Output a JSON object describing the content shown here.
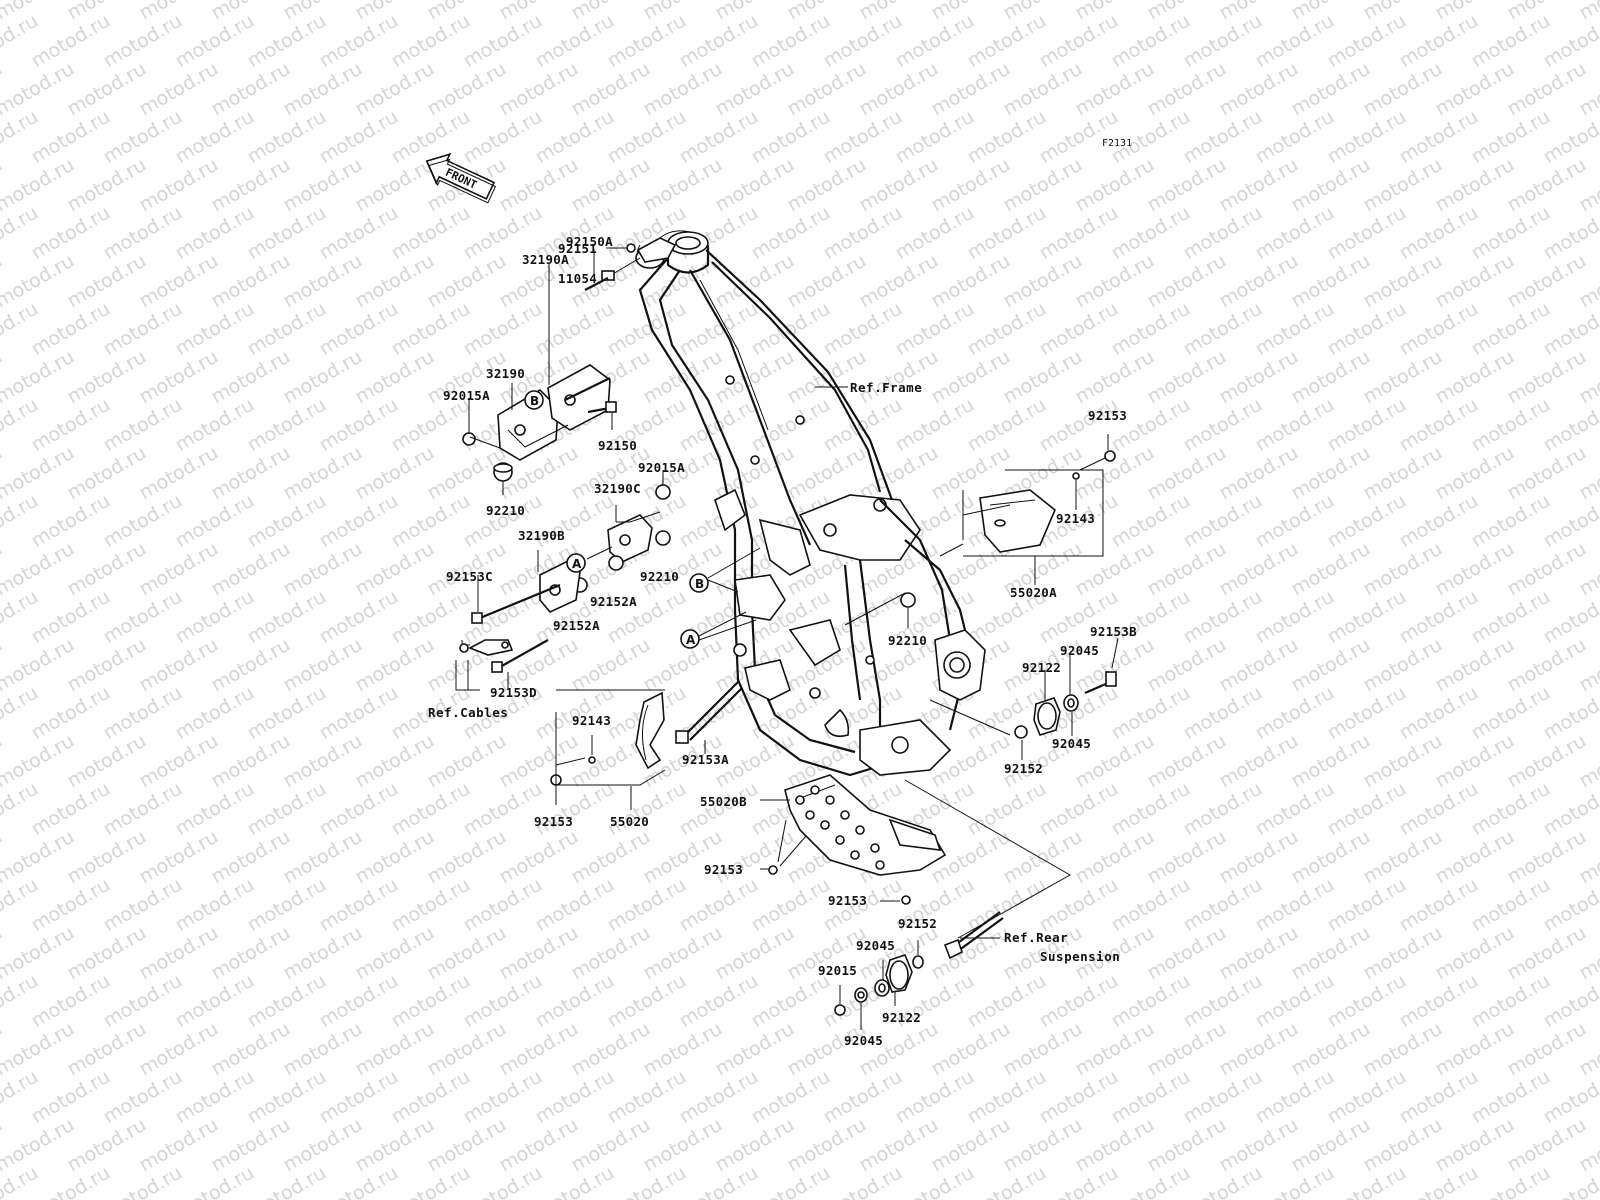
{
  "figure_code": "F2131",
  "front_arrow_label": "FRONT",
  "watermark": "motod.ru",
  "callouts": {
    "a": "A",
    "b": "B"
  },
  "labels": {
    "p92151": "92151",
    "p11054": "11054",
    "p92150A": "92150A",
    "p32190A": "32190A",
    "p32190": "32190",
    "p92015A_top": "92015A",
    "p92150": "92150",
    "p92210_top": "92210",
    "p92015A_mid": "92015A",
    "p32190C": "32190C",
    "p32190B": "32190B",
    "p92153C": "92153C",
    "p92210_mid": "92210",
    "p92152A_1": "92152A",
    "p92152A_2": "92152A",
    "p92153D": "92153D",
    "ref_cables": "Ref.Cables",
    "ref_frame": "Ref.Frame",
    "p92153_right": "92153",
    "p92143_right": "92143",
    "p55020A": "55020A",
    "p92210_center": "92210",
    "p92153B": "92153B",
    "p92045_r1": "92045",
    "p92122_r": "92122",
    "p92045_r2": "92045",
    "p92152_r": "92152",
    "p92143_left": "92143",
    "p92153A": "92153A",
    "p92153_left": "92153",
    "p55020": "55020",
    "p55020B": "55020B",
    "p92153_guard1": "92153",
    "p92153_guard2": "92153",
    "ref_rear_1": "Ref.Rear",
    "ref_rear_2": "Suspension",
    "p92152_b": "92152",
    "p92045_b1": "92045",
    "p92015_b": "92015",
    "p92122_b": "92122",
    "p92045_b2": "92045"
  }
}
